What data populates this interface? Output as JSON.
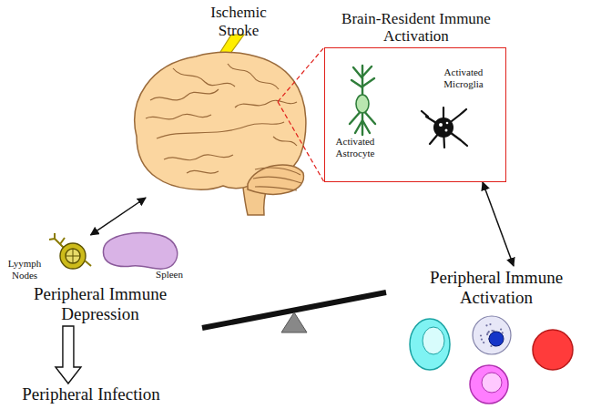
{
  "diagram": {
    "nodes": [
      {
        "text": [
          "Ischemic Stroke"
        ]
      },
      {
        "text": [
          "Brain-Resident Immune Activation"
        ]
      },
      {
        "text": [
          "Activated Astrocyte"
        ],
        "in": 1
      },
      {
        "text": [
          "Activated Microglia"
        ],
        "in": 1
      },
      {
        "text": [
          "Lyymph Nodes",
          "Spleen",
          "Peripheral Immune Depression"
        ]
      },
      {
        "text": [
          "Peripheral Infection"
        ]
      },
      {
        "text": [
          "Peripheral Immune Activation"
        ]
      }
    ],
    "edges": [
      {
        "from": 0,
        "to": 1,
        "arrow": "none"
      },
      {
        "from": 0,
        "to": 4,
        "arrow": "both"
      },
      {
        "from": 1,
        "to": 6,
        "arrow": "both"
      },
      {
        "from": 4,
        "to": 5,
        "arrow": "to"
      }
    ]
  }
}
